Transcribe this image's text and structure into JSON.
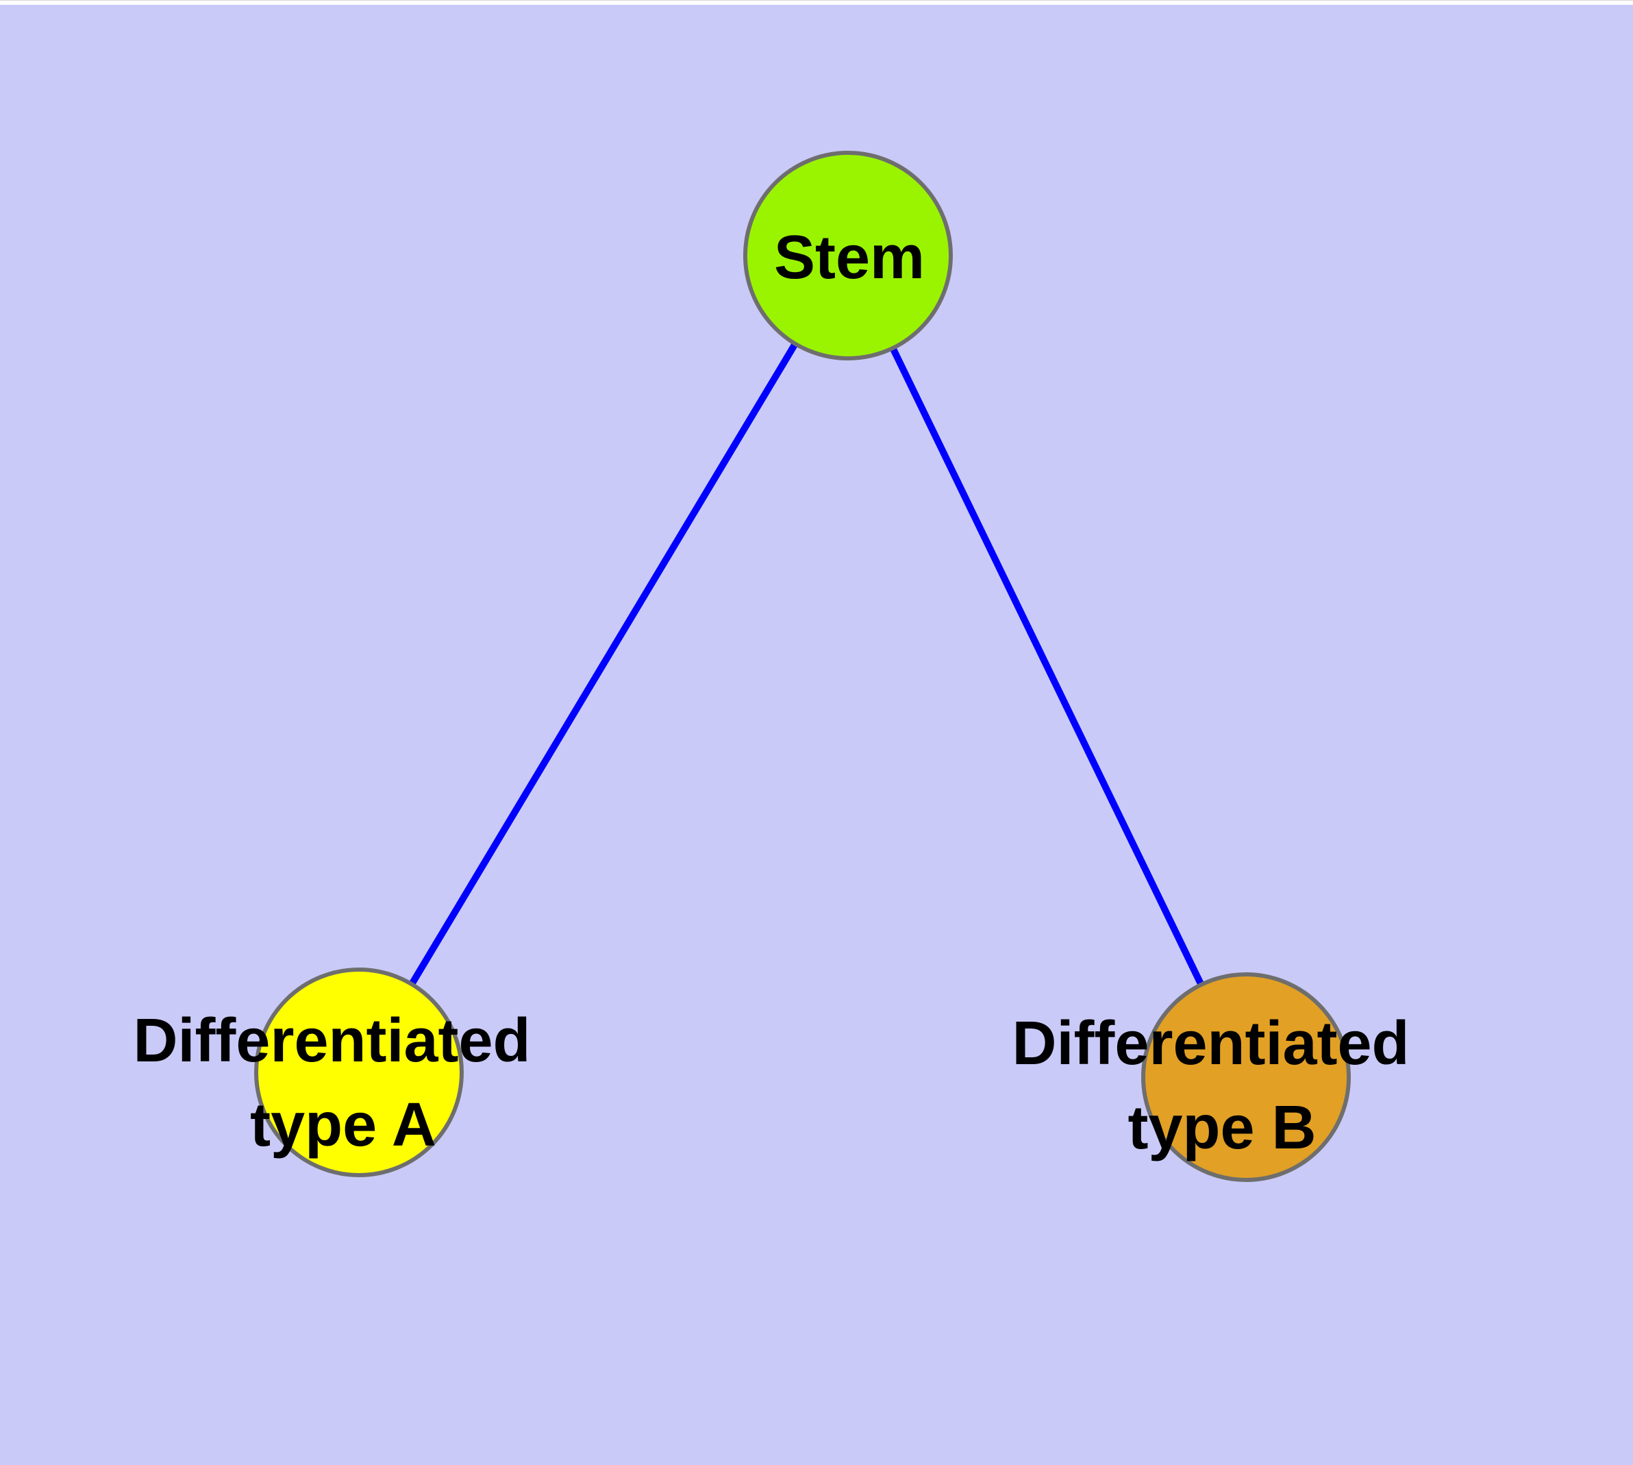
{
  "canvas": {
    "background_color": "#CACAF8",
    "top_margin_color": "#FFFFFF"
  },
  "colors": {
    "edge": "#0000FF",
    "node_border": "#6E6E6E",
    "label_text": "#000000"
  },
  "nodes": {
    "stem": {
      "label": "Stem",
      "fill": "#9AF400"
    },
    "type_a": {
      "line1": "Differentiated",
      "line2": "type A",
      "fill": "#FFFF00"
    },
    "type_b": {
      "line1": "Differentiated",
      "line2": "type B",
      "fill": "#E2A024"
    }
  },
  "edges": [
    {
      "from": "Stem",
      "to": "Differentiated type A"
    },
    {
      "from": "Stem",
      "to": "Differentiated type B"
    }
  ]
}
